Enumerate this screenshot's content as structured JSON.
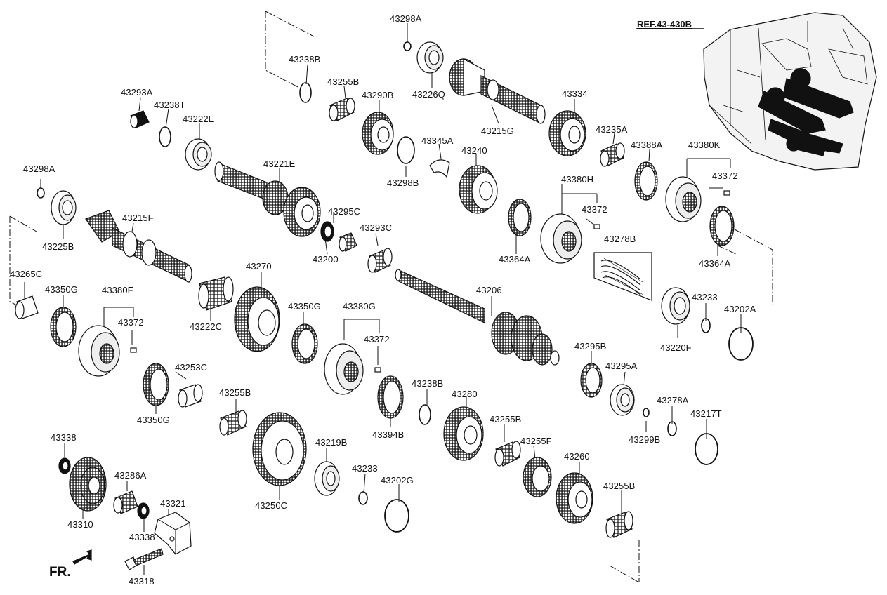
{
  "diagram": {
    "ref_label": "REF.43-430B",
    "direction_label": "FR.",
    "colors": {
      "line": "#111111",
      "fill": "#ffffff",
      "shade": "#d8d8d8",
      "dark": "#111111"
    },
    "parts": [
      {
        "id": "p43298A_top",
        "label": "43298A"
      },
      {
        "id": "p43238B_top",
        "label": "43238B"
      },
      {
        "id": "p43255B_top",
        "label": "43255B"
      },
      {
        "id": "p43290B",
        "label": "43290B"
      },
      {
        "id": "p43226Q",
        "label": "43226Q"
      },
      {
        "id": "p43215G",
        "label": "43215G"
      },
      {
        "id": "p43334",
        "label": "43334"
      },
      {
        "id": "p43235A",
        "label": "43235A"
      },
      {
        "id": "p43388A",
        "label": "43388A"
      },
      {
        "id": "p43380K",
        "label": "43380K"
      },
      {
        "id": "p43372_k",
        "label": "43372"
      },
      {
        "id": "p43293A",
        "label": "43293A"
      },
      {
        "id": "p43238T",
        "label": "43238T"
      },
      {
        "id": "p43222E",
        "label": "43222E"
      },
      {
        "id": "p43221E",
        "label": "43221E"
      },
      {
        "id": "p43345A",
        "label": "43345A"
      },
      {
        "id": "p43240",
        "label": "43240"
      },
      {
        "id": "p43298B",
        "label": "43298B"
      },
      {
        "id": "p43380H",
        "label": "43380H"
      },
      {
        "id": "p43372_h",
        "label": "43372"
      },
      {
        "id": "p43278B",
        "label": "43278B"
      },
      {
        "id": "p43364A_mid",
        "label": "43364A"
      },
      {
        "id": "p43364A_right",
        "label": "43364A"
      },
      {
        "id": "p43298A_left",
        "label": "43298A"
      },
      {
        "id": "p43215F",
        "label": "43215F"
      },
      {
        "id": "p43225B",
        "label": "43225B"
      },
      {
        "id": "p43295C",
        "label": "43295C"
      },
      {
        "id": "p43293C",
        "label": "43293C"
      },
      {
        "id": "p43200",
        "label": "43200"
      },
      {
        "id": "p43270",
        "label": "43270"
      },
      {
        "id": "p43265C",
        "label": "43265C"
      },
      {
        "id": "p43350G_left",
        "label": "43350G"
      },
      {
        "id": "p43380F",
        "label": "43380F"
      },
      {
        "id": "p43372_f",
        "label": "43372"
      },
      {
        "id": "p43222C",
        "label": "43222C"
      },
      {
        "id": "p43350G_mid",
        "label": "43350G"
      },
      {
        "id": "p43380G",
        "label": "43380G"
      },
      {
        "id": "p43372_g",
        "label": "43372"
      },
      {
        "id": "p43206",
        "label": "43206"
      },
      {
        "id": "p43233_right",
        "label": "43233"
      },
      {
        "id": "p43202A",
        "label": "43202A"
      },
      {
        "id": "p43220F",
        "label": "43220F"
      },
      {
        "id": "p43295B",
        "label": "43295B"
      },
      {
        "id": "p43295A",
        "label": "43295A"
      },
      {
        "id": "p43253C",
        "label": "43253C"
      },
      {
        "id": "p43350G_low",
        "label": "43350G"
      },
      {
        "id": "p43238B_mid",
        "label": "43238B"
      },
      {
        "id": "p43394B",
        "label": "43394B"
      },
      {
        "id": "p43280",
        "label": "43280"
      },
      {
        "id": "p43255B_mid",
        "label": "43255B"
      },
      {
        "id": "p43255B_right",
        "label": "43255B"
      },
      {
        "id": "p43255F",
        "label": "43255F"
      },
      {
        "id": "p43278A",
        "label": "43278A"
      },
      {
        "id": "p43217T",
        "label": "43217T"
      },
      {
        "id": "p43299B",
        "label": "43299B"
      },
      {
        "id": "p43219B",
        "label": "43219B"
      },
      {
        "id": "p43233_low",
        "label": "43233"
      },
      {
        "id": "p43202G",
        "label": "43202G"
      },
      {
        "id": "p43250C",
        "label": "43250C"
      },
      {
        "id": "p43260",
        "label": "43260"
      },
      {
        "id": "p43255B_bottom",
        "label": "43255B"
      },
      {
        "id": "p43338_top",
        "label": "43338"
      },
      {
        "id": "p43286A",
        "label": "43286A"
      },
      {
        "id": "p43321",
        "label": "43321"
      },
      {
        "id": "p43310",
        "label": "43310"
      },
      {
        "id": "p43338_low",
        "label": "43338"
      },
      {
        "id": "p43318",
        "label": "43318"
      }
    ]
  }
}
